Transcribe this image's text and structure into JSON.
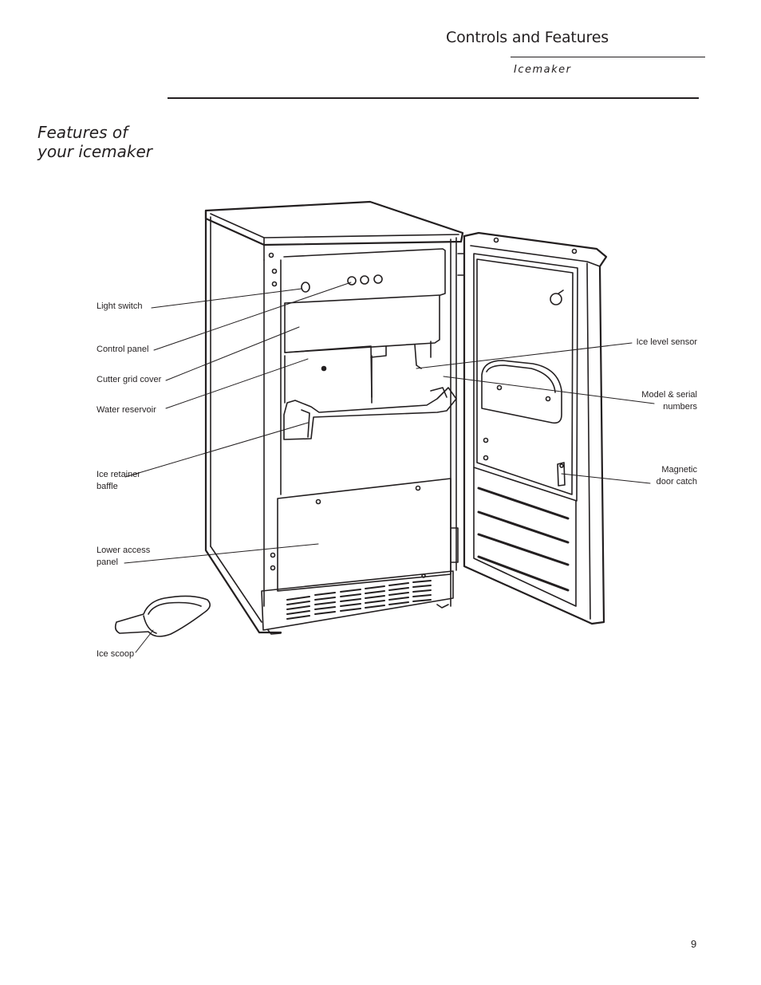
{
  "header": {
    "title": "Controls and Features",
    "subtitle": "Icemaker"
  },
  "section": {
    "title_line1": "Features of",
    "title_line2": "your icemaker"
  },
  "labels": {
    "light_switch": "Light switch",
    "control_panel": "Control panel",
    "cutter_grid_cover": "Cutter grid cover",
    "water_reservoir": "Water reservoir",
    "ice_retainer_baffle_1": "Ice retainer",
    "ice_retainer_baffle_2": "baffle",
    "lower_access_panel_1": "Lower access",
    "lower_access_panel_2": "panel",
    "ice_scoop": "Ice scoop",
    "ice_level_sensor": "Ice level sensor",
    "model_serial_1": "Model & serial",
    "model_serial_2": "numbers",
    "magnetic_catch_1": "Magnetic",
    "magnetic_catch_2": "door catch"
  },
  "page_number": "9"
}
